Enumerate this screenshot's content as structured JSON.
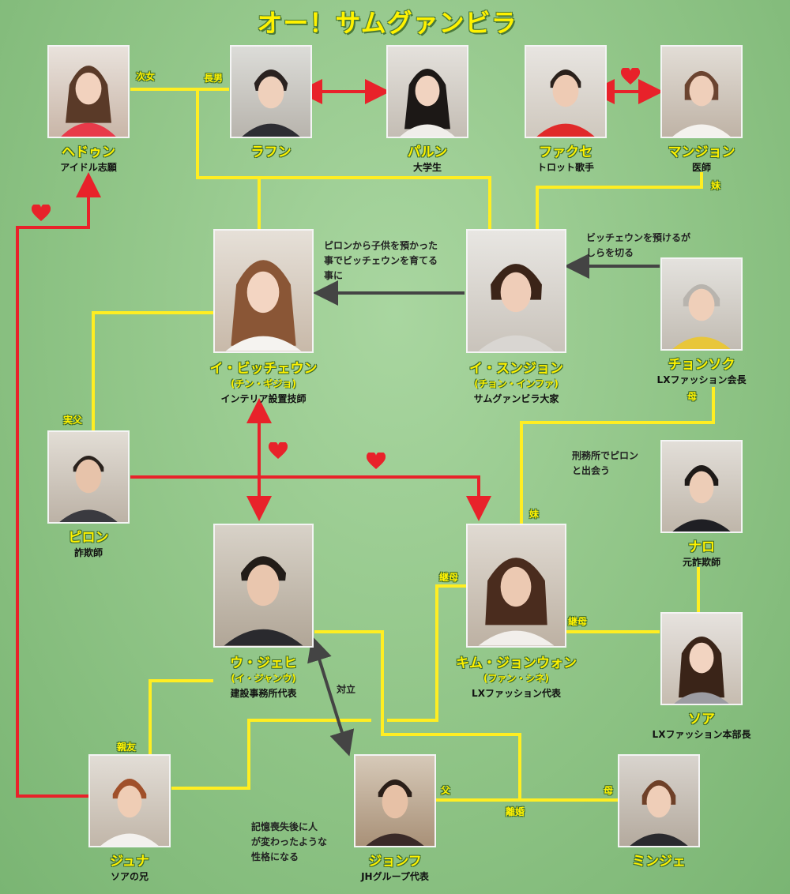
{
  "title": "オー！サムグァンビラ",
  "people": {
    "hedun": {
      "name": "ヘドゥン",
      "role": "アイドル志願"
    },
    "rafun": {
      "name": "ラフン",
      "role": ""
    },
    "parun": {
      "name": "パルン",
      "role": "大学生"
    },
    "fakuse": {
      "name": "ファクセ",
      "role": "トロット歌手"
    },
    "manjon": {
      "name": "マンジョン",
      "role": "医師"
    },
    "bitcheun": {
      "name": "イ・ビッチェウン",
      "alt": "(チン・ギジョ)",
      "role": "インテリア設置技師"
    },
    "sunjon": {
      "name": "イ・スンジョン",
      "alt": "(チョン・インファ)",
      "role": "サムグァンビラ大家"
    },
    "jonsok": {
      "name": "チョンソク",
      "role": "LXファッション会長"
    },
    "piron": {
      "name": "ピロン",
      "role": "詐欺師"
    },
    "naro": {
      "name": "ナロ",
      "role": "元詐欺師"
    },
    "jehi": {
      "name": "ウ・ジェヒ",
      "alt": "(イ・ジャンウ)",
      "role": "建設事務所代表"
    },
    "jonwon": {
      "name": "キム・ジョンウォン",
      "alt": "(ファン・シネ)",
      "role": "LXファッション代表"
    },
    "soa": {
      "name": "ソア",
      "role": "LXファッション本部長"
    },
    "juna": {
      "name": "ジュナ",
      "role": "ソアの兄"
    },
    "jonfu": {
      "name": "ジョンフ",
      "role": "JHグループ代表"
    },
    "minje": {
      "name": "ミンジェ",
      "role": ""
    }
  },
  "relations": {
    "jijo": "次女",
    "chonan": "長男",
    "imoto1": "妹",
    "haha1": "母",
    "jippu": "実父",
    "imoto2": "妹",
    "keibo1": "継母",
    "keibo2": "継母",
    "shinyu": "親友",
    "taiitsu": "対立",
    "chichi": "父",
    "rikon": "離婚",
    "haha2": "母"
  },
  "notes": {
    "n1": [
      "ピロンから子供を預かった",
      "事でビッチェウンを育てる",
      "事に"
    ],
    "n2": [
      "ビッチェウンを預けるが",
      "しらを切る"
    ],
    "n3": [
      "刑務所でピロン",
      "と出会う"
    ],
    "n4": [
      "記憶喪失後に人",
      "が変わったような",
      "性格になる"
    ]
  },
  "colors": {
    "yellow_line": "#ffee22",
    "red_line": "#e8222a",
    "gray_arrow": "#444444",
    "name_text": "#fff200"
  }
}
